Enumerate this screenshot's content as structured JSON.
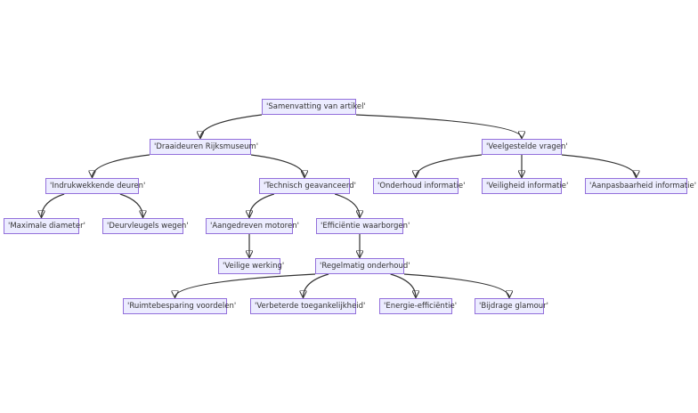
{
  "diagram": {
    "type": "flowchart-top-down",
    "colors": {
      "node_fill": "#ececff",
      "node_border": "#9370db",
      "edge": "#333333",
      "text": "#333333"
    },
    "nodes": {
      "root": "'Samenvatting van artikel'",
      "draaideuren": "'Draaideuren Rijksmuseum'",
      "veelgestelde": "'Veelgestelde vragen'",
      "indrukwekkende": "'Indrukwekkende deuren'",
      "technisch": "'Technisch geavanceerd'",
      "onderhoud_info": "'Onderhoud informatie'",
      "veiligheid_info": "'Veiligheid informatie'",
      "aanpasbaarheid_info": "'Aanpasbaarheid informatie'",
      "maximale": "'Maximale diameter'",
      "deurvleugels": "'Deurvleugels wegen'",
      "aangedreven": "'Aangedreven motoren'",
      "efficientie": "'Efficiëntie waarborgen'",
      "veilige": "'Veilige werking'",
      "regelmatig": "'Regelmatig onderhoud'",
      "ruimtebesparing": "'Ruimtebesparing voordelen'",
      "verbeterde": "'Verbeterde toegankelijkheid'",
      "energie": "'Energie-efficiëntie'",
      "bijdrage": "'Bijdrage glamour'"
    },
    "edges": [
      [
        "root",
        "draaideuren"
      ],
      [
        "root",
        "veelgestelde"
      ],
      [
        "draaideuren",
        "indrukwekkende"
      ],
      [
        "draaideuren",
        "technisch"
      ],
      [
        "veelgestelde",
        "onderhoud_info"
      ],
      [
        "veelgestelde",
        "veiligheid_info"
      ],
      [
        "veelgestelde",
        "aanpasbaarheid_info"
      ],
      [
        "indrukwekkende",
        "maximale"
      ],
      [
        "indrukwekkende",
        "deurvleugels"
      ],
      [
        "technisch",
        "aangedreven"
      ],
      [
        "technisch",
        "efficientie"
      ],
      [
        "aangedreven",
        "veilige"
      ],
      [
        "efficientie",
        "regelmatig"
      ],
      [
        "regelmatig",
        "ruimtebesparing"
      ],
      [
        "regelmatig",
        "verbeterde"
      ],
      [
        "regelmatig",
        "energie"
      ],
      [
        "regelmatig",
        "bijdrage"
      ]
    ]
  }
}
